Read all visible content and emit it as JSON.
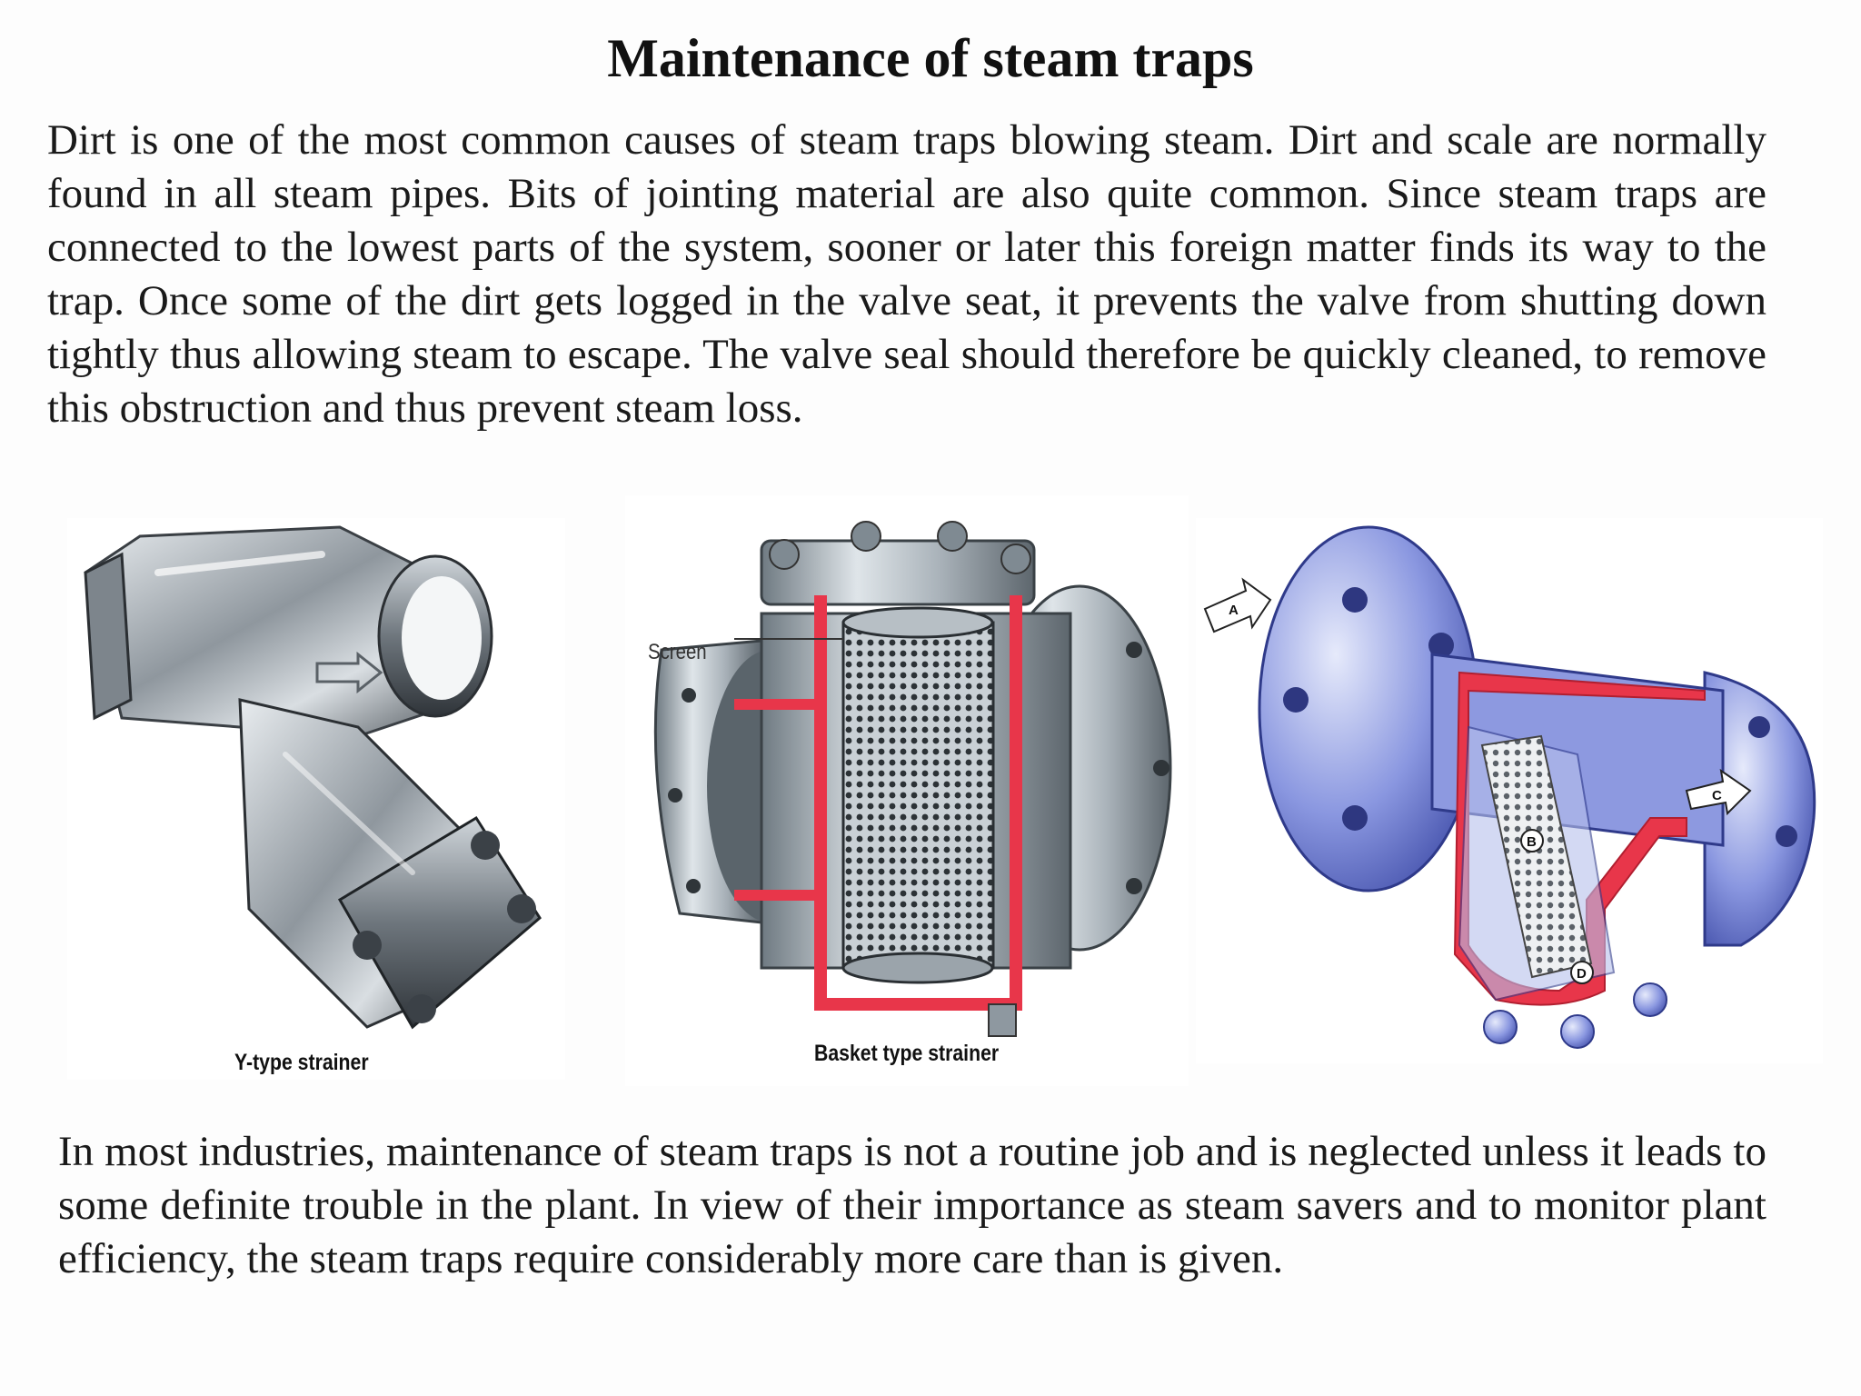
{
  "title": "Maintenance of steam traps",
  "paragraph_1": "Dirt is one of the most common causes of steam traps blowing steam. Dirt and scale are normally found in all steam pipes. Bits of jointing material are also quite common. Since steam traps are connected to the lowest parts of the system, sooner or later this foreign matter finds its way to the trap. Once some of the dirt gets logged in the valve seat, it prevents the valve from shutting down tightly thus allowing steam to escape. The valve seal should therefore be quickly cleaned, to remove this obstruction and thus prevent steam loss.",
  "figures": {
    "y_strainer": {
      "caption": "Y-type strainer",
      "icon": "y-type-strainer-illustration"
    },
    "basket_strainer": {
      "caption": "Basket type strainer",
      "screen_label": "Screen",
      "icon": "basket-strainer-cutaway-illustration"
    },
    "cutaway_strainer": {
      "markers": [
        "A",
        "B",
        "C",
        "D"
      ],
      "icon": "strainer-cutaway-flow-illustration"
    }
  },
  "paragraph_2": "In most industries, maintenance of steam traps is not a routine job and is neglected unless it leads to some definite trouble in the plant. In view of their importance as steam savers and to monitor plant efficiency, the steam traps require considerably more care than is given.",
  "colors": {
    "text": "#1a1a1a",
    "cutaway_red": "#e8364a",
    "body_blue": "#5a6ccc",
    "steel_gray": "#9aa4ad"
  }
}
